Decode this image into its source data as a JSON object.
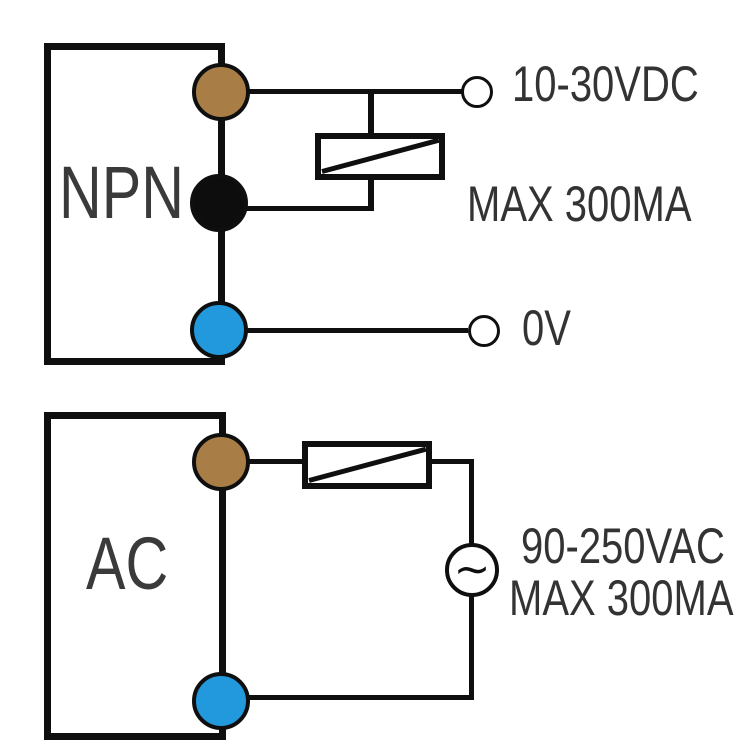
{
  "diagram": {
    "type": "sensor-wiring-diagram",
    "background_color": "#ffffff",
    "line_color": "#0f0f0f",
    "label_text_color": "#3a3a3a",
    "npn_circuit": {
      "device_label": "NPN",
      "supply_label": "10-30VDC",
      "load_label": "MAX 300MA",
      "ground_label": "0V",
      "terminals": [
        {
          "name": "brown-wire-terminal",
          "color": "#a87e46"
        },
        {
          "name": "black-wire-terminal",
          "color": "#0d0d0d"
        },
        {
          "name": "blue-wire-terminal",
          "color": "#2299dc"
        }
      ]
    },
    "ac_circuit": {
      "device_label": "AC",
      "supply_label": "90-250VAC",
      "load_label": "MAX 300MA",
      "source_symbol": "∼",
      "terminals": [
        {
          "name": "brown-wire-terminal",
          "color": "#a87e46"
        },
        {
          "name": "blue-wire-terminal",
          "color": "#2299dc"
        }
      ]
    }
  }
}
